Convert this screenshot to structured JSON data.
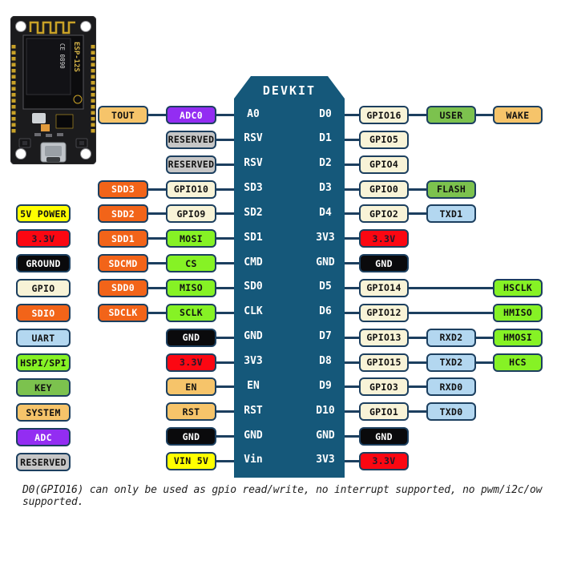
{
  "chip": {
    "title": "DEVKIT"
  },
  "note": "D0(GPIO16) can only be used as gpio read/write, no interrupt supported, no pwm/i2c/ow supported.",
  "board": {
    "texts": {
      "module": "ESP-12S",
      "cert": "CE 0890"
    }
  },
  "colors": {
    "power5v": {
      "bg": "#ffff00",
      "fg": "#111111"
    },
    "v33": {
      "bg": "#fb0712",
      "fg": "#1a1a2e"
    },
    "ground": {
      "bg": "#0a0a0c",
      "fg": "#ffffff"
    },
    "gpio": {
      "bg": "#f8f3d7",
      "fg": "#111111"
    },
    "sdio": {
      "bg": "#f26419",
      "fg": "#ffffff"
    },
    "uart": {
      "bg": "#b3d7f0",
      "fg": "#111111"
    },
    "hspi": {
      "bg": "#86f225",
      "fg": "#111111"
    },
    "key": {
      "bg": "#7cc24e",
      "fg": "#111111"
    },
    "system": {
      "bg": "#f6c46a",
      "fg": "#111111"
    },
    "adc": {
      "bg": "#932df2",
      "fg": "#ffffff"
    },
    "reserved": {
      "bg": "#c6c6c6",
      "fg": "#111111"
    }
  },
  "legend": [
    {
      "label": "5V POWER",
      "type": "power5v"
    },
    {
      "label": "3.3V",
      "type": "v33"
    },
    {
      "label": "GROUND",
      "type": "ground"
    },
    {
      "label": "GPIO",
      "type": "gpio"
    },
    {
      "label": "SDIO",
      "type": "sdio"
    },
    {
      "label": "UART",
      "type": "uart"
    },
    {
      "label": "HSPI/SPI",
      "type": "hspi"
    },
    {
      "label": "KEY",
      "type": "key"
    },
    {
      "label": "SYSTEM",
      "type": "system"
    },
    {
      "label": "ADC",
      "type": "adc"
    },
    {
      "label": "RESERVED",
      "type": "reserved"
    }
  ],
  "pins": {
    "left": [
      {
        "pin": "A0",
        "inner": {
          "label": "ADC0",
          "type": "adc"
        },
        "outer": {
          "label": "TOUT",
          "type": "system"
        }
      },
      {
        "pin": "RSV",
        "inner": {
          "label": "RESERVED",
          "type": "reserved"
        }
      },
      {
        "pin": "RSV",
        "inner": {
          "label": "RESERVED",
          "type": "reserved"
        }
      },
      {
        "pin": "SD3",
        "inner": {
          "label": "GPIO10",
          "type": "gpio"
        },
        "outer": {
          "label": "SDD3",
          "type": "sdio"
        }
      },
      {
        "pin": "SD2",
        "inner": {
          "label": "GPIO9",
          "type": "gpio"
        },
        "outer": {
          "label": "SDD2",
          "type": "sdio"
        }
      },
      {
        "pin": "SD1",
        "inner": {
          "label": "MOSI",
          "type": "hspi"
        },
        "outer": {
          "label": "SDD1",
          "type": "sdio"
        }
      },
      {
        "pin": "CMD",
        "inner": {
          "label": "CS",
          "type": "hspi"
        },
        "outer": {
          "label": "SDCMD",
          "type": "sdio"
        }
      },
      {
        "pin": "SD0",
        "inner": {
          "label": "MISO",
          "type": "hspi"
        },
        "outer": {
          "label": "SDD0",
          "type": "sdio"
        }
      },
      {
        "pin": "CLK",
        "inner": {
          "label": "SCLK",
          "type": "hspi"
        },
        "outer": {
          "label": "SDCLK",
          "type": "sdio"
        }
      },
      {
        "pin": "GND",
        "inner": {
          "label": "GND",
          "type": "ground"
        }
      },
      {
        "pin": "3V3",
        "inner": {
          "label": "3.3V",
          "type": "v33"
        }
      },
      {
        "pin": "EN",
        "inner": {
          "label": "EN",
          "type": "system"
        }
      },
      {
        "pin": "RST",
        "inner": {
          "label": "RST",
          "type": "system"
        }
      },
      {
        "pin": "GND",
        "inner": {
          "label": "GND",
          "type": "ground"
        }
      },
      {
        "pin": "Vin",
        "inner": {
          "label": "VIN 5V",
          "type": "power5v"
        }
      }
    ],
    "right": [
      {
        "pin": "D0",
        "inner": {
          "label": "GPIO16",
          "type": "gpio"
        },
        "mid": {
          "label": "USER",
          "type": "key"
        },
        "outer": {
          "label": "WAKE",
          "type": "system"
        }
      },
      {
        "pin": "D1",
        "inner": {
          "label": "GPIO5",
          "type": "gpio"
        }
      },
      {
        "pin": "D2",
        "inner": {
          "label": "GPIO4",
          "type": "gpio"
        }
      },
      {
        "pin": "D3",
        "inner": {
          "label": "GPIO0",
          "type": "gpio"
        },
        "mid": {
          "label": "FLASH",
          "type": "key"
        }
      },
      {
        "pin": "D4",
        "inner": {
          "label": "GPIO2",
          "type": "gpio"
        },
        "mid": {
          "label": "TXD1",
          "type": "uart"
        }
      },
      {
        "pin": "3V3",
        "inner": {
          "label": "3.3V",
          "type": "v33"
        }
      },
      {
        "pin": "GND",
        "inner": {
          "label": "GND",
          "type": "ground"
        }
      },
      {
        "pin": "D5",
        "inner": {
          "label": "GPIO14",
          "type": "gpio"
        },
        "outer": {
          "label": "HSCLK",
          "type": "hspi"
        }
      },
      {
        "pin": "D6",
        "inner": {
          "label": "GPIO12",
          "type": "gpio"
        },
        "outer": {
          "label": "HMISO",
          "type": "hspi"
        }
      },
      {
        "pin": "D7",
        "inner": {
          "label": "GPIO13",
          "type": "gpio"
        },
        "mid": {
          "label": "RXD2",
          "type": "uart"
        },
        "outer": {
          "label": "HMOSI",
          "type": "hspi"
        }
      },
      {
        "pin": "D8",
        "inner": {
          "label": "GPIO15",
          "type": "gpio"
        },
        "mid": {
          "label": "TXD2",
          "type": "uart"
        },
        "outer": {
          "label": "HCS",
          "type": "hspi"
        }
      },
      {
        "pin": "D9",
        "inner": {
          "label": "GPIO3",
          "type": "gpio"
        },
        "mid": {
          "label": "RXD0",
          "type": "uart"
        }
      },
      {
        "pin": "D10",
        "inner": {
          "label": "GPIO1",
          "type": "gpio"
        },
        "mid": {
          "label": "TXD0",
          "type": "uart"
        }
      },
      {
        "pin": "GND",
        "inner": {
          "label": "GND",
          "type": "ground"
        }
      },
      {
        "pin": "3V3",
        "inner": {
          "label": "3.3V",
          "type": "v33"
        }
      }
    ]
  }
}
